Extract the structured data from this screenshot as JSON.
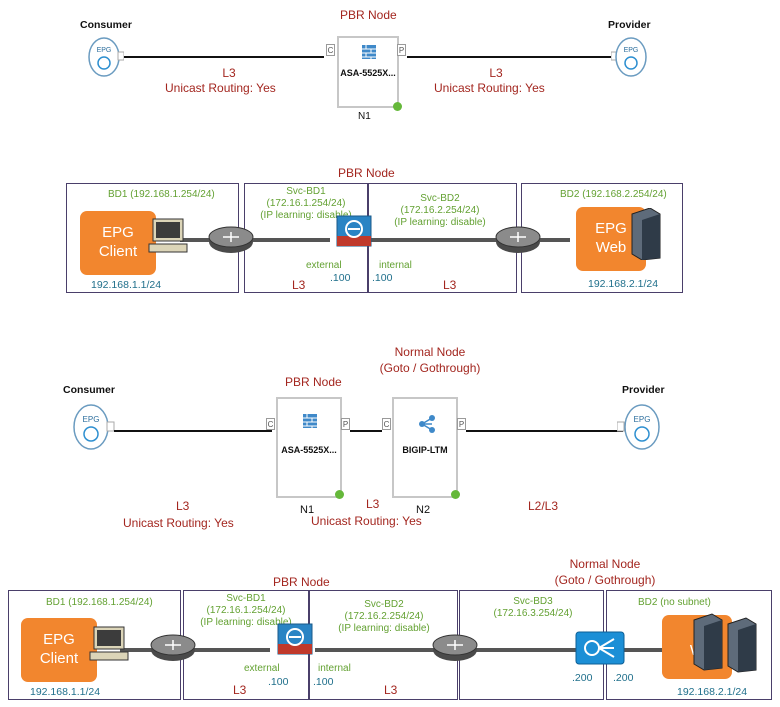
{
  "row1": {
    "consumer": "Consumer",
    "provider": "Provider",
    "epg_icon": "EPG",
    "pbr_title": "PBR Node",
    "node_name": "ASA-5525X...",
    "node_id": "N1",
    "conn_c": "C",
    "conn_p": "P",
    "left_l3": "L3",
    "left_routing": "Unicast Routing: Yes",
    "right_l3": "L3",
    "right_routing": "Unicast Routing: Yes"
  },
  "row2": {
    "pbr_title": "PBR Node",
    "bd1": "BD1 (192.168.1.254/24)",
    "client_line1": "EPG",
    "client_line2": "Client",
    "client_ip": "192.168.1.1/24",
    "svc_bd1_lines": [
      "Svc-BD1",
      "(172.16.1.254/24)",
      "(IP learning: disable)"
    ],
    "svc_bd2_lines": [
      "Svc-BD2",
      "(172.16.2.254/24)",
      "(IP learning: disable)"
    ],
    "external": "external",
    "ext_ip": ".100",
    "internal": "internal",
    "int_ip": ".100",
    "l3_a": "L3",
    "l3_b": "L3",
    "bd2": "BD2 (192.168.2.254/24)",
    "web_line1": "EPG",
    "web_line2": "Web",
    "web_ip": "192.168.2.1/24"
  },
  "row3": {
    "consumer": "Consumer",
    "provider": "Provider",
    "epg_icon": "EPG",
    "pbr_title": "PBR Node",
    "normal_title": "Normal Node",
    "normal_sub": "(Goto / Gothrough)",
    "node1_name": "ASA-5525X...",
    "node1_id": "N1",
    "node2_name": "BIGIP-LTM",
    "node2_id": "N2",
    "conn_c": "C",
    "conn_p": "P",
    "l3_left": "L3",
    "routing_left": "Unicast Routing: Yes",
    "l3_mid": "L3",
    "routing_mid": "Unicast Routing: Yes",
    "l2l3": "L2/L3"
  },
  "row4": {
    "pbr_title": "PBR Node",
    "normal_title": "Normal Node",
    "normal_sub": "(Goto / Gothrough)",
    "bd1": "BD1 (192.168.1.254/24)",
    "client_line1": "EPG",
    "client_line2": "Client",
    "client_ip": "192.168.1.1/24",
    "svc_bd1_lines": [
      "Svc-BD1",
      "(172.16.1.254/24)",
      "(IP learning: disable)"
    ],
    "svc_bd2_lines": [
      "Svc-BD2",
      "(172.16.2.254/24)",
      "(IP learning: disable)"
    ],
    "svc_bd3_lines": [
      "Svc-BD3",
      "(172.16.3.254/24)"
    ],
    "external": "external",
    "ext_ip": ".100",
    "internal": "internal",
    "int_ip": ".100",
    "l3_a": "L3",
    "l3_b": "L3",
    "ip_200a": ".200",
    "ip_200b": ".200",
    "bd2": "BD2 (no subnet)",
    "web_partial": "W",
    "web_ip": "192.168.2.1/24"
  },
  "colors": {
    "label_red": "#a3261f",
    "label_green": "#63a132",
    "label_teal": "#1f6f8b",
    "epg_orange": "#f2862e",
    "status_green": "#65b83a"
  },
  "icons": [
    "epg-icon",
    "firewall-icon",
    "load-balancer-icon",
    "router-icon",
    "computer-icon",
    "server-icon"
  ]
}
